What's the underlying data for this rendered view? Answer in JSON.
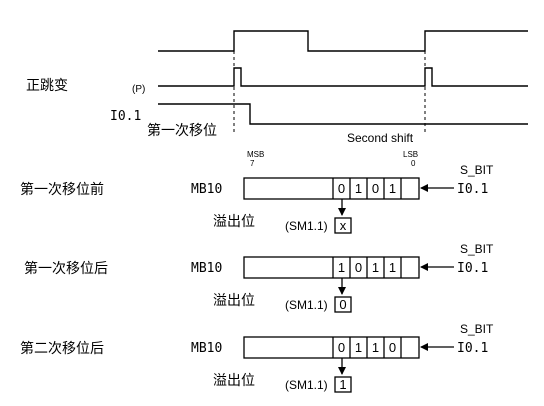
{
  "timing": {
    "rising_edge_label": "正跳变",
    "p_label": "(P)",
    "input_label": "I0.1",
    "first_shift_label": "第一次移位",
    "second_shift_label": "Second shift"
  },
  "register": {
    "msb_label": "MSB",
    "msb_index": "7",
    "lsb_label": "LSB",
    "lsb_index": "0"
  },
  "rows": [
    {
      "stage_label": "第一次移位前",
      "register_name": "MB10",
      "bits": [
        "0",
        "1",
        "0",
        "1"
      ],
      "s_bit_label": "S_BIT",
      "input_label": "I0.1",
      "overflow_label": "溢出位",
      "overflow_addr": "(SM1.1)",
      "overflow_value": "x"
    },
    {
      "stage_label": "第一次移位后",
      "register_name": "MB10",
      "bits": [
        "1",
        "0",
        "1",
        "1"
      ],
      "s_bit_label": "S_BIT",
      "input_label": "I0.1",
      "overflow_label": "溢出位",
      "overflow_addr": "(SM1.1)",
      "overflow_value": "0"
    },
    {
      "stage_label": "第二次移位后",
      "register_name": "MB10",
      "bits": [
        "0",
        "1",
        "1",
        "0"
      ],
      "s_bit_label": "S_BIT",
      "input_label": "I0.1",
      "overflow_label": "溢出位",
      "overflow_addr": "(SM1.1)",
      "overflow_value": "1"
    }
  ]
}
